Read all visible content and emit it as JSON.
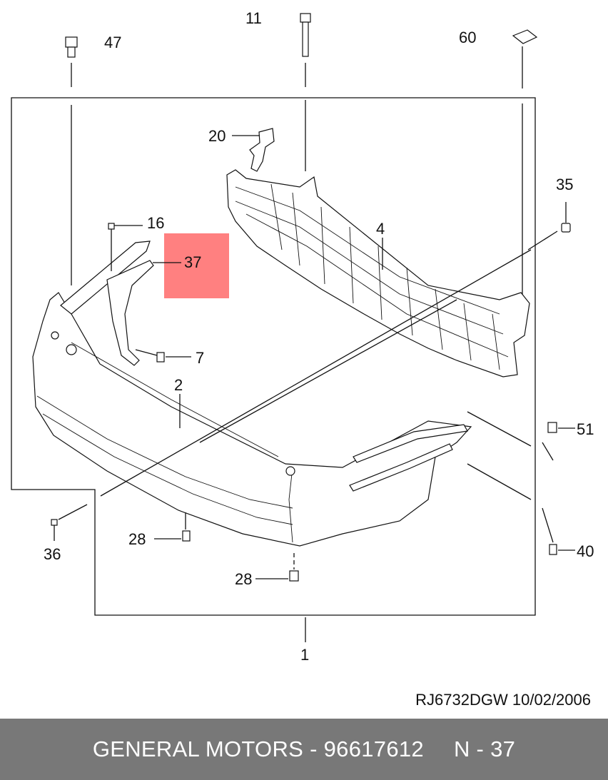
{
  "callouts": {
    "c11": "11",
    "c47": "47",
    "c60": "60",
    "c20": "20",
    "c35": "35",
    "c16": "16",
    "c37": "37",
    "c4": "4",
    "c7": "7",
    "c2": "2",
    "c51": "51",
    "c36": "36",
    "c28a": "28",
    "c28b": "28",
    "c40": "40",
    "c1": "1"
  },
  "highlight": {
    "part": "37",
    "color": "#ff8080"
  },
  "reference": {
    "code": "RJ6732DGW",
    "date": "10/02/2006"
  },
  "footer": {
    "brand": "GENERAL MOTORS",
    "separator": "-",
    "part_number": "96617612",
    "page": "N - 37"
  }
}
